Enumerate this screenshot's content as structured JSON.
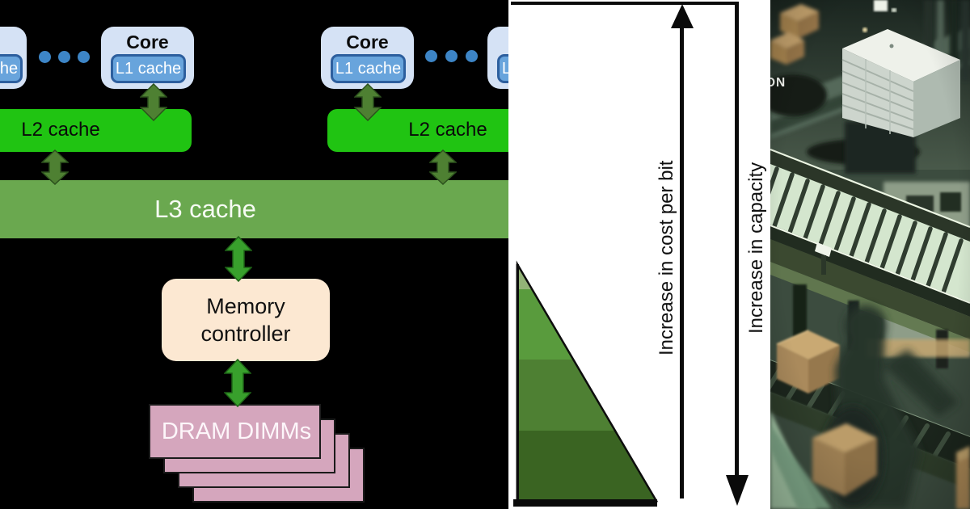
{
  "cache_diagram": {
    "core_label": "Core",
    "l1_label": "L1 cache",
    "l2_label": "L2 cache",
    "l3_label": "L3 cache",
    "memory_controller_line1": "Memory",
    "memory_controller_line2": "controller",
    "dram_label": "DRAM DIMMs",
    "colors": {
      "background": "#000000",
      "core_box": "#d5e2f5",
      "l1_box": "#68a4dc",
      "l1_border": "#2d5f9e",
      "l2_bar": "#20c412",
      "l3_bar": "#6aa84f",
      "memory_controller_box": "#fce8d2",
      "dram_box": "#d5a6bd",
      "arrow_olive": "#4e8032",
      "arrow_bright": "#38a02c",
      "dots": "#3d85c6"
    }
  },
  "pyramid_panel": {
    "cost_axis_label": "Increase in cost per bit",
    "capacity_axis_label": "Increase in capacity",
    "pyramid_band_colors": [
      "#93b377",
      "#599b3d",
      "#4e8033",
      "#3a6422"
    ]
  },
  "photo_panel": {
    "overlay_text": "ON"
  }
}
